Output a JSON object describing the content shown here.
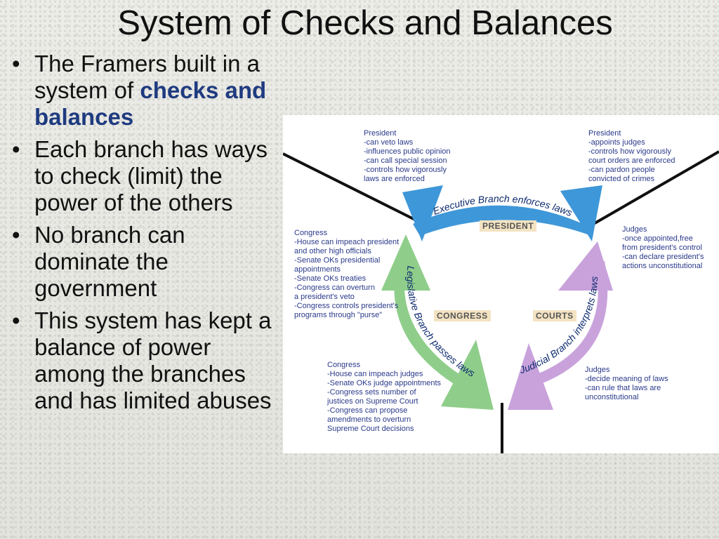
{
  "title": "System of Checks and Balances",
  "bullets": [
    {
      "pre": "The Framers built in a system of ",
      "highlight": "checks and balances",
      "post": ""
    },
    {
      "pre": "Each branch has ways to check (limit) the power of the others",
      "highlight": "",
      "post": ""
    },
    {
      "pre": "No branch can dominate the government",
      "highlight": "",
      "post": ""
    },
    {
      "pre": "This system has kept a balance of power among the branches and has limited abuses",
      "highlight": "",
      "post": ""
    }
  ],
  "diagram": {
    "labels": {
      "president": "PRESIDENT",
      "congress": "CONGRESS",
      "courts": "COURTS"
    },
    "arrows": {
      "executive": "Executive Branch enforces laws",
      "legislative": "Legislative Branch passes laws",
      "judicial": "Judicial Branch interprets laws"
    },
    "colors": {
      "executive": "#3e97d8",
      "legislative": "#8fce8a",
      "judicial": "#c9a2dc"
    },
    "notes": {
      "president_over_congress": "President\n-can veto laws\n-influences public opinion\n-can call special session\n-controls how vigorously\nlaws are enforced",
      "president_over_courts": "President\n-appoints judges\n-controls how vigorously\ncourt orders are enforced\n-can pardon people\nconvicted of crimes",
      "congress_over_president": "Congress\n-House can impeach president\nand other high officials\n-Senate OKs presidential\nappointments\n-Senate OKs treaties\n-Congress can overturn\na president's veto\n-Congress controls president's\nprograms through \"purse\"",
      "judges_over_president": "Judges\n-once appointed,free\nfrom president's control\n-can declare president's\nactions unconstitutional",
      "congress_over_courts": "Congress\n-House can impeach judges\n-Senate OKs judge appointments\n-Congress sets number of\njustices on Supreme Court\n-Congress can propose\namendments to overturn\nSupreme Court decisions",
      "judges_over_congress": "Judges\n-decide meaning of laws\n-can rule that laws are\nunconstitutional"
    }
  }
}
